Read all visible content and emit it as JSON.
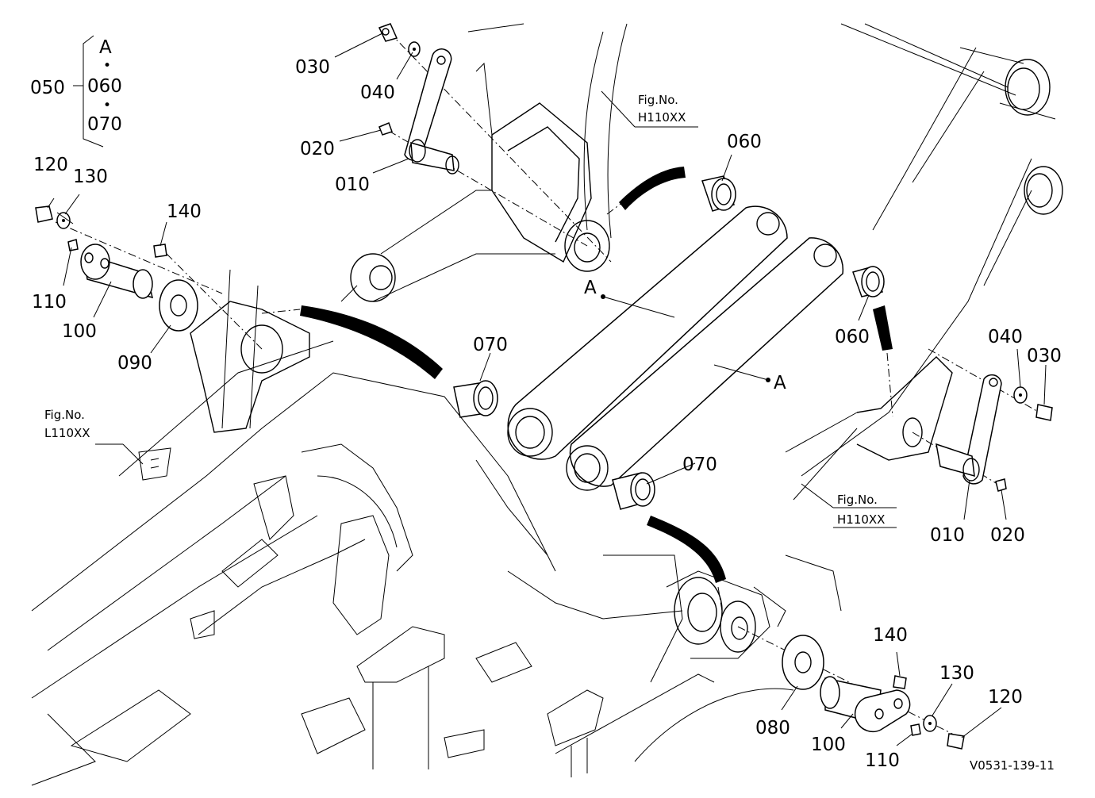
{
  "parts": {
    "p010a": "010",
    "p010b": "010",
    "p020a": "020",
    "p020b": "020",
    "p030a": "030",
    "p030b": "030",
    "p040a": "040",
    "p040b": "040",
    "p050": "050",
    "p060a": "060",
    "p060b": "060",
    "p060c": "060",
    "p070a": "070",
    "p070b": "070",
    "p070c": "070",
    "p080": "080",
    "p090": "090",
    "p100a": "100",
    "p100b": "100",
    "p110a": "110",
    "p110b": "110",
    "p120a": "120",
    "p120b": "120",
    "p130a": "130",
    "p130b": "130",
    "p140a": "140",
    "p140b": "140"
  },
  "group": {
    "a": "A",
    "dot": "•"
  },
  "refs": {
    "a1": "A",
    "a2": "A",
    "fig_label": "Fig.No.",
    "fig_h1": "H110XX",
    "fig_h2": "H110XX",
    "fig_l": "L110XX"
  },
  "drawing_id": "V0531-139-11"
}
